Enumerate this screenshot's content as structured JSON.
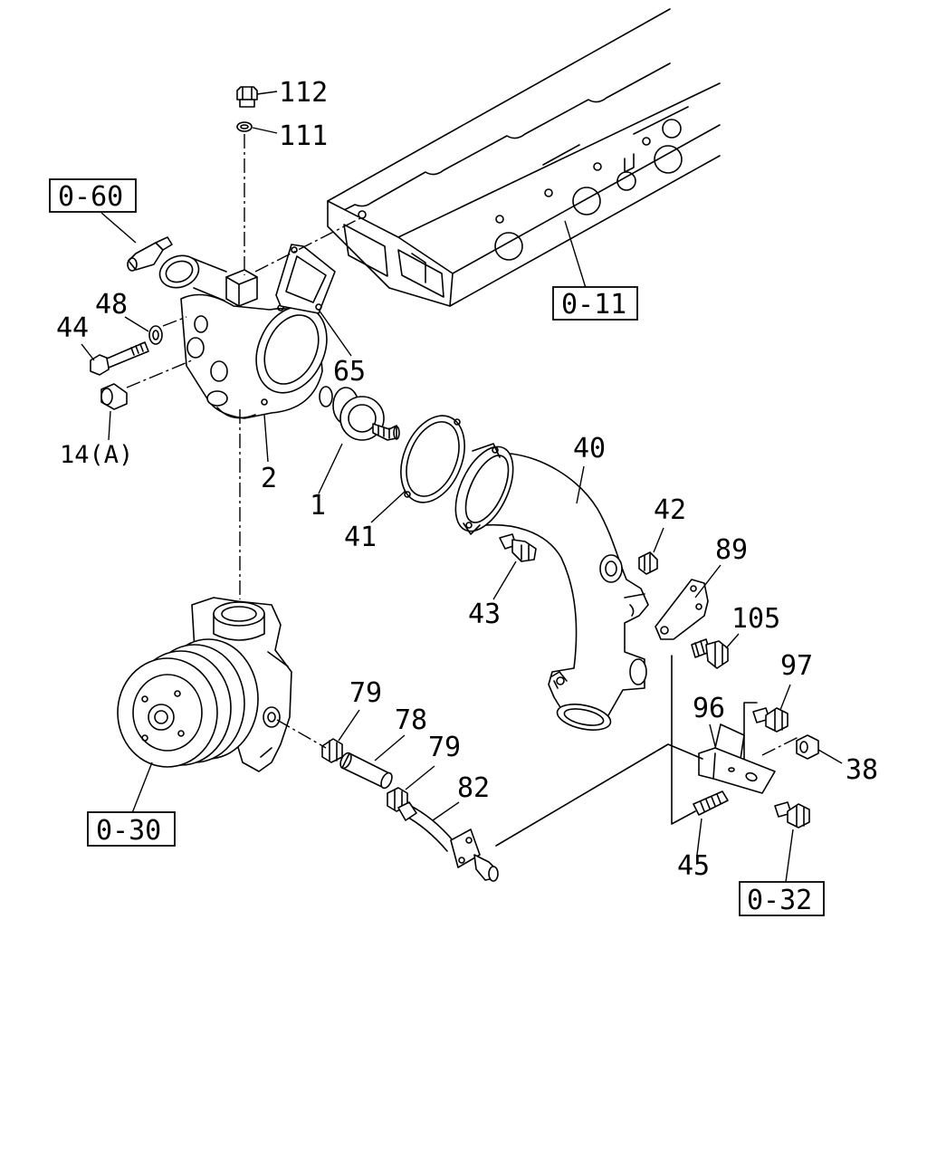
{
  "callouts": {
    "p112": "112",
    "p111": "111",
    "p48": "48",
    "p44": "44",
    "p65": "65",
    "p14a": "14(A)",
    "p2": "2",
    "p1": "1",
    "p41": "41",
    "p40": "40",
    "p42": "42",
    "p89": "89",
    "p43": "43",
    "p105": "105",
    "p97": "97",
    "p96": "96",
    "p38": "38",
    "p79a": "79",
    "p78": "78",
    "p79b": "79",
    "p82": "82",
    "p45": "45"
  },
  "references": {
    "r060": "0-60",
    "r011": "0-11",
    "r030": "0-30",
    "r032": "0-32"
  }
}
